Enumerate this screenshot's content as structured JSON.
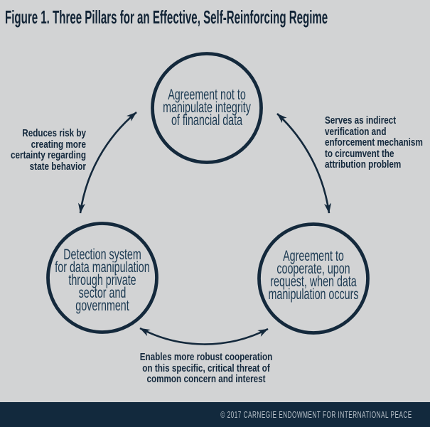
{
  "title": "Figure 1. Three Pillars for an Effective, Self-Reinforcing Regime",
  "colors": {
    "background": "#d2d3d4",
    "navy": "#14293c",
    "title": "#112335",
    "node_text": "#1c3a52",
    "label_text": "#14293d",
    "footer_bar": "#12293d",
    "footer_text": "#b8c1c9"
  },
  "nodes": {
    "top": {
      "id": "no_manipulation_agreement",
      "label": "Agreement not to manipulate integrity of financial data",
      "lines": [
        "Agreement not to",
        "manipulate integrity",
        "of financial data"
      ]
    },
    "bottom_left": {
      "id": "detection_system",
      "label": "Detection system for data manipulation through private sector and government",
      "lines": [
        "Detection system",
        "for data manipulation",
        "through private",
        "sector and",
        "government"
      ]
    },
    "bottom_right": {
      "id": "cooperation_agreement",
      "label": "Agreement to cooperate, upon request, when data manipulation occurs",
      "lines": [
        "Agreement to",
        "cooperate, upon",
        "request, when data",
        "manipulation occurs"
      ]
    }
  },
  "edges": {
    "left": {
      "connects": [
        "detection_system",
        "no_manipulation_agreement"
      ],
      "arrow": "double-headed",
      "label": "Reduces risk by creating more certainty regarding state behavior",
      "label_lines": [
        "Reduces risk by",
        "creating more",
        "certainty regarding",
        "state behavior"
      ]
    },
    "right": {
      "connects": [
        "no_manipulation_agreement",
        "cooperation_agreement"
      ],
      "arrow": "double-headed",
      "label": "Serves as indirect verification and enforcement mechanism to circumvent the attribution problem",
      "label_lines": [
        "Serves as indirect",
        "verification and",
        "enforcement mechanism",
        "to circumvent the",
        "attribution problem"
      ]
    },
    "bottom": {
      "connects": [
        "detection_system",
        "cooperation_agreement"
      ],
      "arrow": "double-headed",
      "label": "Enables more robust cooperation on this specific, critical threat of common concern and interest",
      "label_lines": [
        "Enables more robust cooperation",
        "on this specific, critical threat of",
        "common concern and interest"
      ]
    }
  },
  "footer": {
    "copyright": "© 2017 CARNEGIE ENDOWMENT FOR INTERNATIONAL PEACE"
  }
}
